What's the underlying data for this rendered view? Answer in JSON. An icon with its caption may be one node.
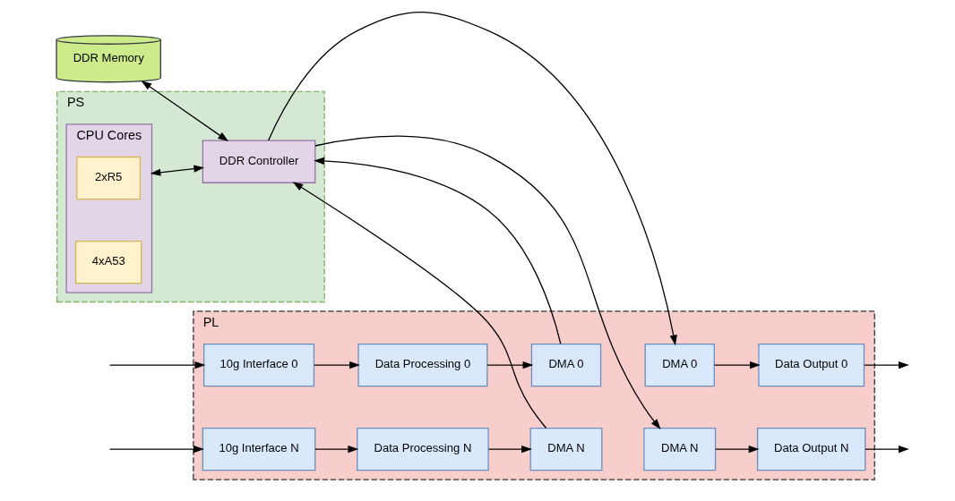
{
  "diagram": {
    "nodes": [
      {
        "text": [
          "DDR Memory"
        ]
      },
      {
        "text": [
          "PS"
        ]
      },
      {
        "text": [
          "CPU Cores"
        ],
        "in": 1
      },
      {
        "text": [
          "2xR5"
        ],
        "in": 2
      },
      {
        "text": [
          "4xA53"
        ],
        "in": 2
      },
      {
        "text": [
          "DDR Controller"
        ],
        "in": 1
      },
      {
        "text": [
          "PL"
        ]
      },
      {
        "text": [
          "10g Interface 0"
        ],
        "in": 6
      },
      {
        "text": [
          "Data Processing 0"
        ],
        "in": 6
      },
      {
        "text": [
          "DMA 0"
        ],
        "in": 6
      },
      {
        "text": [
          "10g Interface N"
        ],
        "in": 6
      },
      {
        "text": [
          "Data Processing N"
        ],
        "in": 6
      },
      {
        "text": [
          "DMA N"
        ],
        "in": 6
      },
      {
        "text": [
          "DMA 0"
        ],
        "in": 6
      },
      {
        "text": [
          "Data Output 0"
        ],
        "in": 6
      },
      {
        "text": [
          "DMA N"
        ],
        "in": 6
      },
      {
        "text": [
          "Data Output N"
        ],
        "in": 6
      }
    ],
    "edges": [
      {
        "from": 0,
        "to": 5,
        "arrow": "both"
      },
      {
        "from": 2,
        "to": 5,
        "arrow": "both"
      },
      {
        "from": null,
        "to": 7,
        "arrow": "to"
      },
      {
        "from": 7,
        "to": 8,
        "arrow": "to"
      },
      {
        "from": 8,
        "to": 9,
        "arrow": "to"
      },
      {
        "from": 9,
        "to": 5,
        "arrow": "to"
      },
      {
        "from": null,
        "to": 10,
        "arrow": "to"
      },
      {
        "from": 10,
        "to": 11,
        "arrow": "to"
      },
      {
        "from": 11,
        "to": 12,
        "arrow": "to"
      },
      {
        "from": 12,
        "to": 5,
        "arrow": "to"
      },
      {
        "from": 5,
        "to": 13,
        "arrow": "to"
      },
      {
        "from": 5,
        "to": 15,
        "arrow": "to"
      },
      {
        "from": 13,
        "to": 14,
        "arrow": "to"
      },
      {
        "from": 15,
        "to": 16,
        "arrow": "to"
      },
      {
        "from": 14,
        "to": null,
        "arrow": "to"
      },
      {
        "from": 16,
        "to": null,
        "arrow": "to"
      }
    ]
  }
}
